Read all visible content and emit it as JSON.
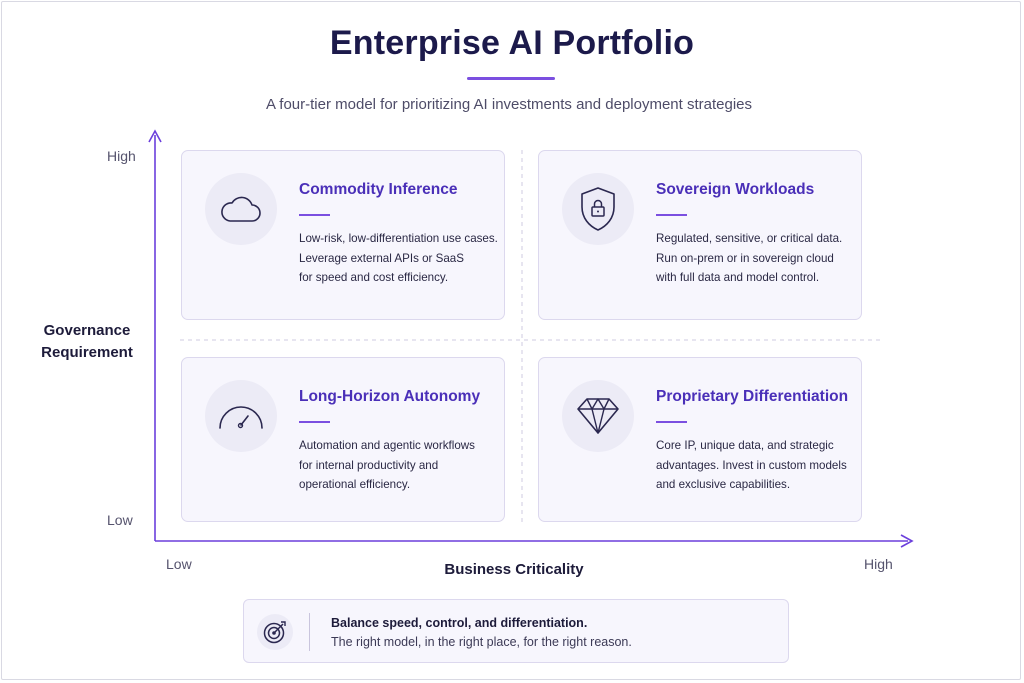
{
  "title": "Enterprise AI Portfolio",
  "subtitle": "A four-tier model for prioritizing AI investments and deployment strategies",
  "y_axis": {
    "title_line1": "Governance",
    "title_line2": "Requirement",
    "high": "High",
    "low": "Low"
  },
  "x_axis": {
    "title": "Business Criticality",
    "low": "Low",
    "high": "High"
  },
  "quadrants": [
    {
      "title": "Commodity Inference",
      "icon": "cloud-icon",
      "position": "top-left",
      "description": [
        "Low-risk, low-differentiation use cases.",
        "Leverage external APIs or SaaS",
        "for speed and cost efficiency."
      ]
    },
    {
      "title": "Sovereign Workloads",
      "icon": "shield-lock-icon",
      "position": "top-right",
      "description": [
        "Regulated, sensitive, or critical data.",
        "Run on-prem or in sovereign cloud",
        "with full data and model control."
      ]
    },
    {
      "title": "Long-Horizon Autonomy",
      "icon": "gauge-icon",
      "position": "bottom-left",
      "description": [
        "Automation and agentic workflows",
        "for internal productivity and",
        "operational efficiency."
      ]
    },
    {
      "title": "Proprietary Differentiation",
      "icon": "diamond-icon",
      "position": "bottom-right",
      "description": [
        "Core IP, unique data, and strategic",
        "advantages. Invest in custom models",
        "and exclusive capabilities."
      ]
    }
  ],
  "callout": {
    "icon": "target-icon",
    "headline": "Balance speed, control, and differentiation.",
    "tagline": "The right model, in the right place, for the right reason."
  },
  "colors": {
    "accent": "#7b4fe0",
    "title": "#1c1a4b",
    "card_title": "#4a2fb8",
    "card_bg": "#f7f6fd"
  }
}
